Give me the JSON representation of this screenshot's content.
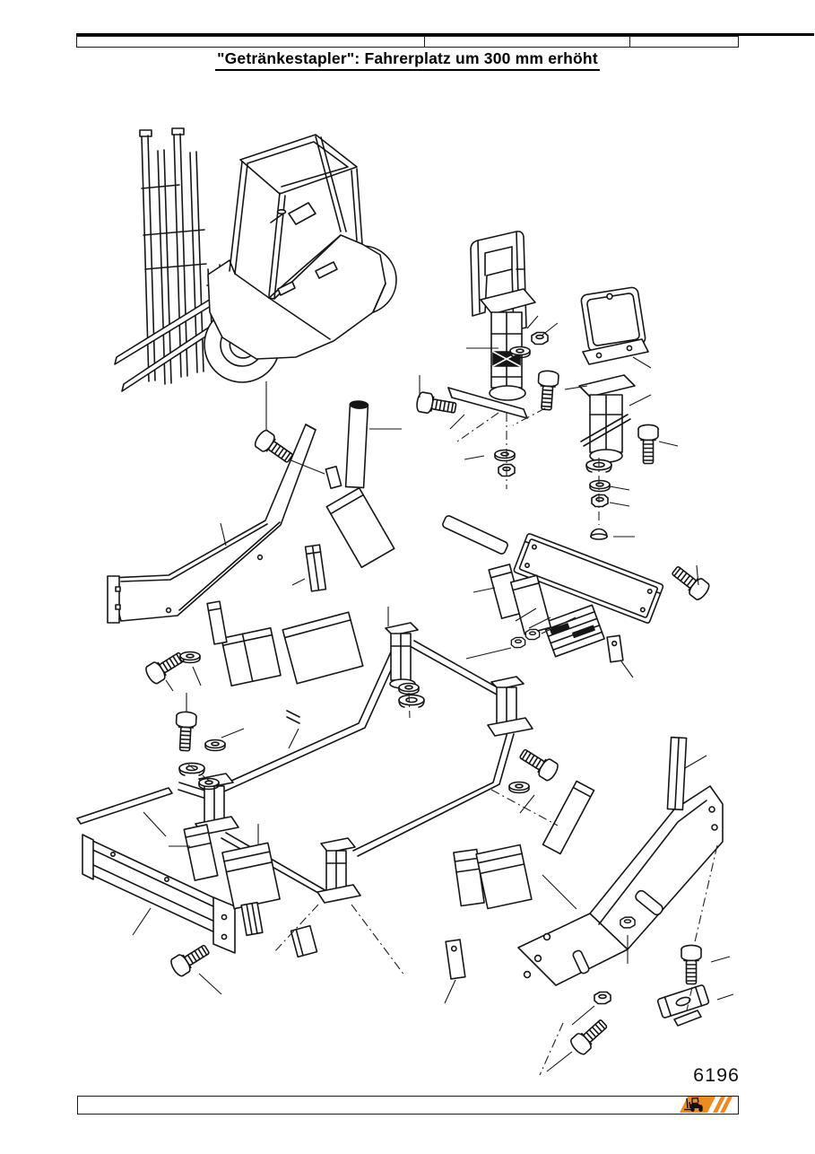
{
  "page": {
    "background": "#ffffff",
    "ink_color": "#161616"
  },
  "header": {
    "title": "\"Getränkestapler\": Fahrerplatz um 300 mm erhöht"
  },
  "diagram": {
    "kind": "exploded-parts-drawing",
    "overview_icon": "forklift-side-view-drawing"
  },
  "footer": {
    "page_number": "6196",
    "logo_icon": "forklift-icon",
    "logo_color": "#f0891e",
    "logo_stripe_color": "#ffffff"
  }
}
